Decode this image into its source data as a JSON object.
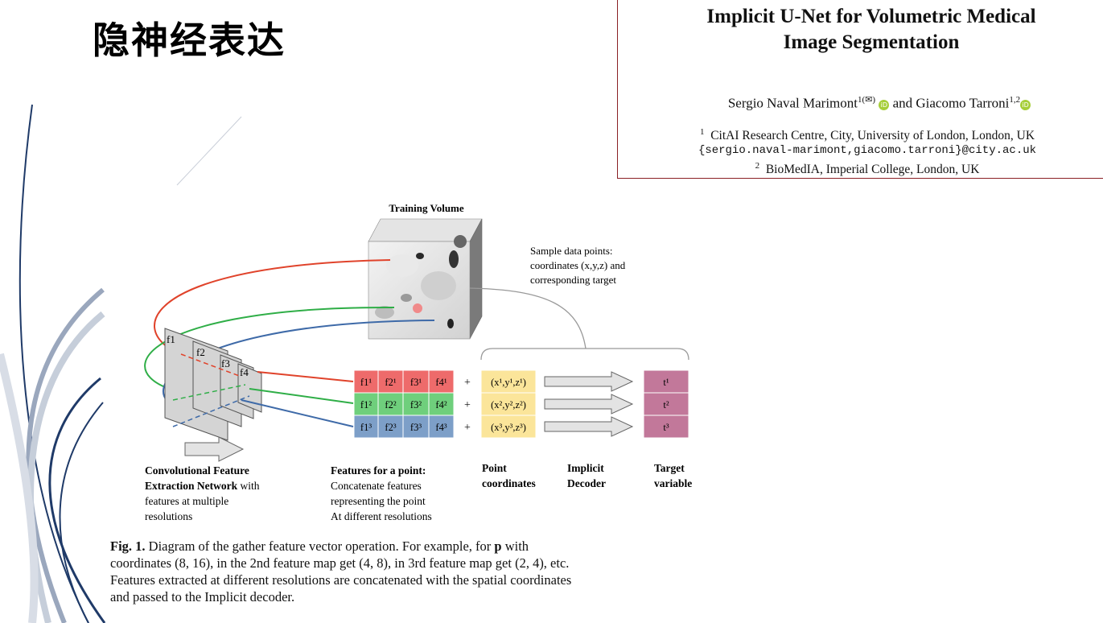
{
  "slide": {
    "title": "隐神经表达"
  },
  "paper": {
    "title_line1": "Implicit U-Net for Volumetric Medical",
    "title_line2": "Image Segmentation",
    "author1": "Sergio Naval Marimont",
    "author1_sup": "1(✉)",
    "and": " and ",
    "author2": "Giacomo Tarroni",
    "author2_sup": "1,2",
    "aff1_sup": "1",
    "aff1": "CitAI Research Centre, City, University of London, London, UK",
    "emails": "{sergio.naval-marimont,giacomo.tarroni}@city.ac.uk",
    "aff2_sup": "2",
    "aff2": "BioMedIA, Imperial College, London, UK"
  },
  "figure": {
    "training_volume": "Training Volume",
    "sample_note": [
      "Sample data points:",
      "coordinates (x,y,z) and",
      "corresponding target"
    ],
    "feature_maps": [
      "f1",
      "f2",
      "f3",
      "f4"
    ],
    "rows": [
      {
        "cells": [
          "f1¹",
          "f2¹",
          "f3¹",
          "f4¹"
        ],
        "coord": "(x¹,y¹,z¹)",
        "target": "t¹",
        "color": "#ee6b6b"
      },
      {
        "cells": [
          "f1²",
          "f2²",
          "f3²",
          "f4²"
        ],
        "coord": "(x²,y²,z²)",
        "target": "t²",
        "color": "#6fcf7c"
      },
      {
        "cells": [
          "f1³",
          "f2³",
          "f3³",
          "f4³"
        ],
        "coord": "(x³,y³,z³)",
        "target": "t³",
        "color": "#7d9fc8"
      }
    ],
    "plus": "+",
    "labels": {
      "conv_bold1": "Convolutional Feature",
      "conv_bold2": "Extraction Network",
      "conv_rest2": " with",
      "conv_3": "features at multiple",
      "conv_4": "resolutions",
      "feat_title": "Features for a point:",
      "feat_2": "Concatenate features",
      "feat_3": "representing the point",
      "feat_4": "At different resolutions",
      "point_1": "Point",
      "point_2": "coordinates",
      "impl_1": "Implicit",
      "impl_2": "Decoder",
      "target_1": "Target",
      "target_2": "variable"
    },
    "colors": {
      "red": "#e0432b",
      "green": "#2fae47",
      "blue": "#3e6aa8",
      "coord_fill": "#fbe59a",
      "target_fill": "#c2789a"
    }
  },
  "caption": {
    "label": "Fig. 1.",
    "text_a": " Diagram of the gather feature vector operation. For example, for ",
    "p": "p",
    "text_b": " with coordinates (8, 16), in the 2nd feature map get (4, 8), in 3rd feature map get (2, 4), etc. Features extracted at different resolutions are concatenated with the spatial coordinates and passed to the Implicit decoder."
  }
}
